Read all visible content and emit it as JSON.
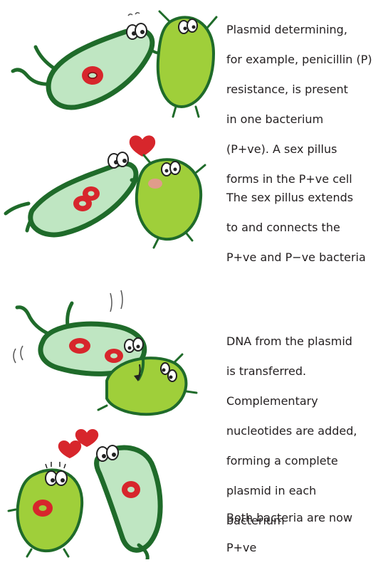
{
  "steps": [
    {
      "caption_lines": [
        "Plasmid determining,",
        "for example, penicillin (P)",
        "resistance, is present",
        "in one bacterium",
        "(P+ve). A sex pillus",
        "forms in the P+ve cell"
      ]
    },
    {
      "caption_lines": [
        "The sex pillus extends",
        "to and connects the",
        "P+ve and P−ve bacteria"
      ]
    },
    {
      "caption_lines": [
        "DNA from the plasmid",
        "is transferred.",
        "Complementary",
        "nucleotides are added,",
        "forming a complete",
        "plasmid in each",
        "bacterium"
      ]
    },
    {
      "caption_lines": [
        "Both bacteria are now",
        "P+ve"
      ]
    }
  ],
  "colors": {
    "cell_outline": "#1f6b2a",
    "rod_cell_fill": "#bfe6c2",
    "round_cell_fill": "#9fcf3a",
    "plasmid": "#d7262c",
    "heart": "#d7262c",
    "blush": "#f08fa0",
    "text": "#231f20"
  }
}
